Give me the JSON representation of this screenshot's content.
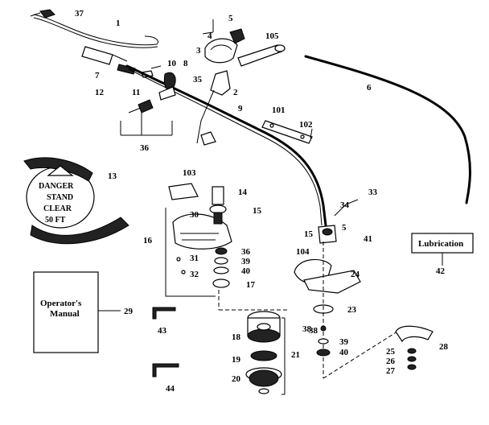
{
  "part_labels": {
    "p1": "1",
    "p2": "2",
    "p3": "3",
    "p4": "4",
    "p5": "5",
    "p5b": "5",
    "p6": "6",
    "p7": "7",
    "p8": "8",
    "p9": "9",
    "p10": "10",
    "p11": "11",
    "p12": "12",
    "p13": "13",
    "p14": "14",
    "p15": "15",
    "p15b": "15",
    "p16": "16",
    "p17": "17",
    "p18": "18",
    "p19": "19",
    "p20": "20",
    "p21": "21",
    "p23": "23",
    "p24": "24",
    "p25": "25",
    "p26": "26",
    "p27": "27",
    "p28": "28",
    "p29": "29",
    "p30": "30",
    "p31": "31",
    "p32": "32",
    "p33": "33",
    "p34": "34",
    "p35": "35",
    "p36": "36",
    "p36b": "36",
    "p37": "37",
    "p38": "38",
    "p38b": "38",
    "p39": "39",
    "p39b": "39",
    "p40": "40",
    "p40b": "40",
    "p41": "41",
    "p42": "42",
    "p43": "43",
    "p44": "44",
    "p101": "101",
    "p102": "102",
    "p103": "103",
    "p104": "104",
    "p105": "105"
  },
  "lubrication_box": {
    "label": "Lubrication"
  },
  "manual_box": {
    "line1": "Operator's",
    "line2": "Manual"
  },
  "decal": {
    "line1": "DANGER",
    "line2": "STAND",
    "line3": "CLEAR",
    "line4": "50 FT"
  }
}
